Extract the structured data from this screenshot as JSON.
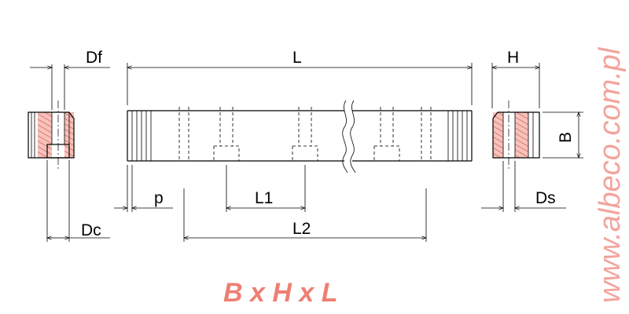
{
  "dimensions": {
    "Df": "Df",
    "L": "L",
    "H": "H",
    "B": "B",
    "p": "p",
    "L1": "L1",
    "Ds": "Ds",
    "Dc": "Dc",
    "L2": "L2"
  },
  "formula": "B x H x L",
  "watermark": "www.albeco.com.pl",
  "colors": {
    "hatch": "#e8938a",
    "formula": "#ee7f73",
    "watermark": "#f2a49c"
  }
}
